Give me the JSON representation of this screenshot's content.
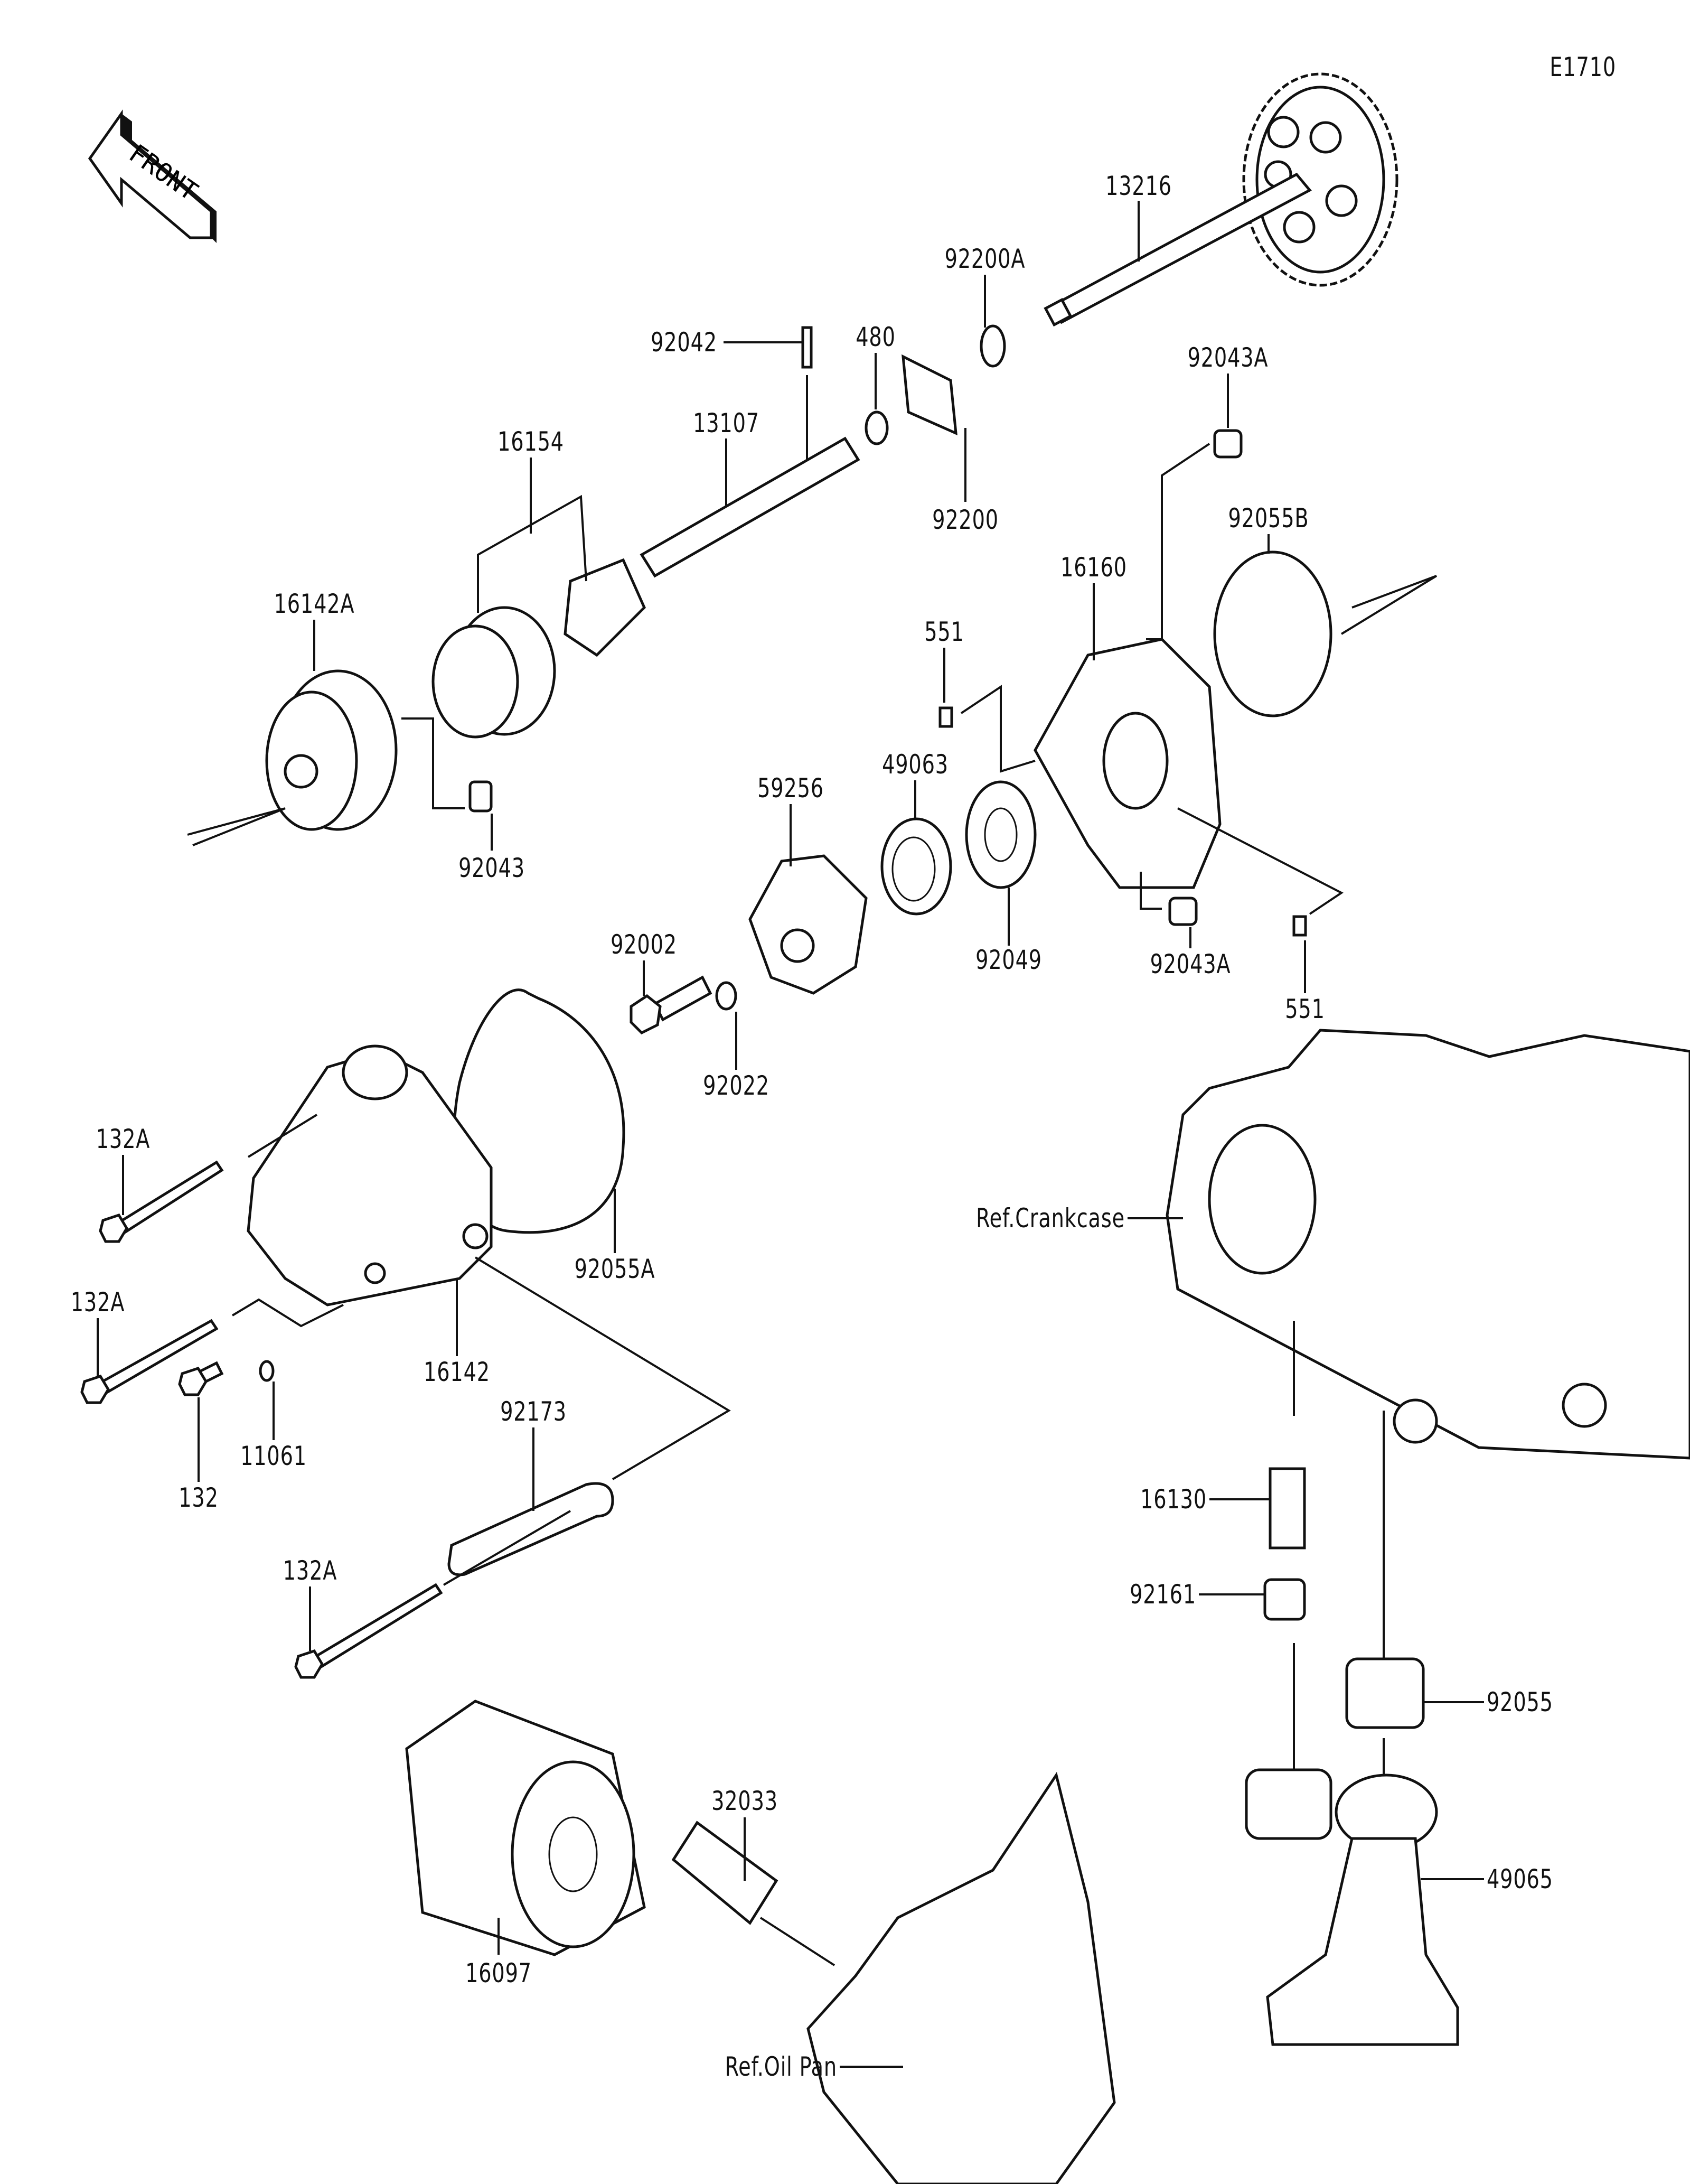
{
  "diagram_code": "E1710",
  "front_arrow_text": "FRONT",
  "labels": {
    "p13216": "13216",
    "p92200A": "92200A",
    "p92042": "92042",
    "p480": "480",
    "p13107": "13107",
    "p92200": "92200",
    "p92043A_top": "92043A",
    "p16154": "16154",
    "p92055B": "92055B",
    "p16160": "16160",
    "p16142A": "16142A",
    "p551_top": "551",
    "p49063": "49063",
    "p59256": "59256",
    "p92043": "92043",
    "p92002": "92002",
    "p92049": "92049",
    "p92043A_bottom": "92043A",
    "p551_bottom": "551",
    "p92022": "92022",
    "p132A_1": "132A",
    "ref_crankcase": "Ref.Crankcase",
    "p92055A": "92055A",
    "p132A_2": "132A",
    "p16142": "16142",
    "p92173": "92173",
    "p132": "132",
    "p11061": "11061",
    "p16130": "16130",
    "p92161": "92161",
    "p132A_3": "132A",
    "p92055": "92055",
    "p32033": "32033",
    "p49065": "49065",
    "p16097": "16097",
    "ref_oil_pan": "Ref.Oil Pan"
  }
}
